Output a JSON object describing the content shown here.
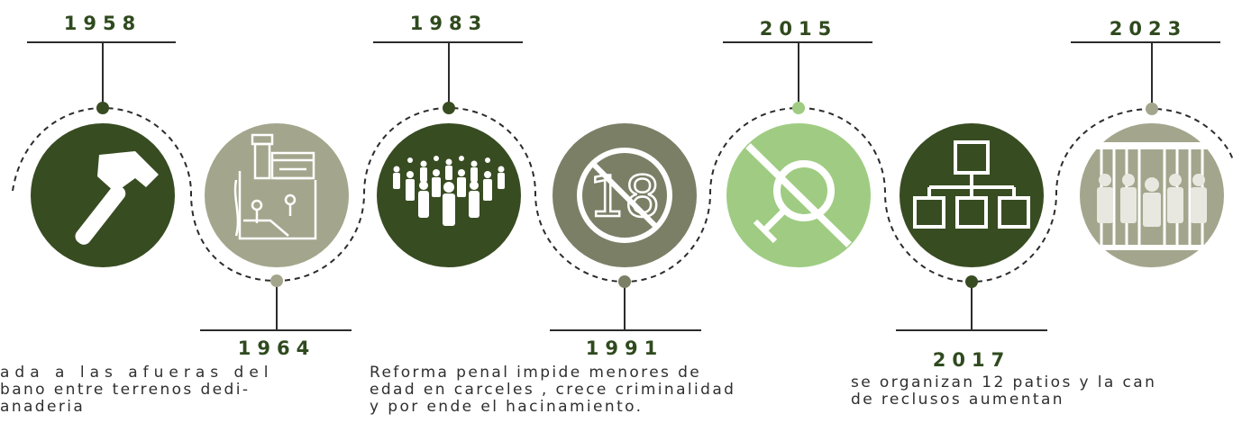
{
  "colors": {
    "dark_green": "#384c22",
    "olive_gray": "#a3a68c",
    "gray_green": "#7b7f66",
    "light_green": "#9fcc82",
    "line": "#2c2c2c"
  },
  "events": [
    {
      "year": "1958",
      "icon": "hammer-icon",
      "color": "#384c22",
      "desc": [
        "ada a las afueras del",
        "bano entre terrenos dedi-",
        "anaderia"
      ]
    },
    {
      "year": "1964",
      "icon": "prison-map-icon",
      "color": "#a3a68c",
      "desc": []
    },
    {
      "year": "1983",
      "icon": "crowd-icon",
      "color": "#384c22",
      "desc": []
    },
    {
      "year": "1991",
      "icon": "no-under-18-icon",
      "color": "#7b7f66",
      "desc": [
        "Reforma penal impide menores de",
        "edad en carceles , crece criminalidad",
        "y por ende el hacinamiento."
      ]
    },
    {
      "year": "2015",
      "icon": "no-female-icon",
      "color": "#9fcc82",
      "desc": []
    },
    {
      "year": "2017",
      "icon": "org-chart-icon",
      "color": "#384c22",
      "desc": [
        "se organizan 12 patios y la can",
        "de reclusos aumentan"
      ]
    },
    {
      "year": "2023",
      "icon": "prisoners-cell-icon",
      "color": "#a3a68c",
      "desc": []
    }
  ]
}
